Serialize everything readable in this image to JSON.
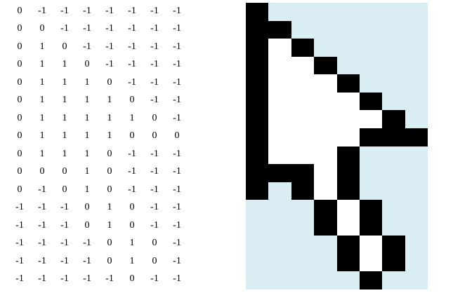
{
  "matrix": [
    [
      "0",
      "-1",
      "-1",
      "-1",
      "-1",
      "-1",
      "-1",
      "-1"
    ],
    [
      "0",
      "0",
      "-1",
      "-1",
      "-1",
      "-1",
      "-1",
      "-1"
    ],
    [
      "0",
      "1",
      "0",
      "-1",
      "-1",
      "-1",
      "-1",
      "-1"
    ],
    [
      "0",
      "1",
      "1",
      "0",
      "-1",
      "-1",
      "-1",
      "-1"
    ],
    [
      "0",
      "1",
      "1",
      "1",
      "0",
      "-1",
      "-1",
      "-1"
    ],
    [
      "0",
      "1",
      "1",
      "1",
      "1",
      "0",
      "-1",
      "-1"
    ],
    [
      "0",
      "1",
      "1",
      "1",
      "1",
      "1",
      "0",
      "-1"
    ],
    [
      "0",
      "1",
      "1",
      "1",
      "1",
      "0",
      "0",
      "0"
    ],
    [
      "0",
      "1",
      "1",
      "1",
      "0",
      "-1",
      "-1",
      "-1"
    ],
    [
      "0",
      "0",
      "0",
      "1",
      "0",
      "-1",
      "-1",
      "-1"
    ],
    [
      "0",
      "-1",
      "0",
      "1",
      "0",
      "-1",
      "-1",
      "-1"
    ],
    [
      "-1",
      "-1",
      "-1",
      "0",
      "1",
      "0",
      "-1",
      "-1"
    ],
    [
      "-1",
      "-1",
      "-1",
      "0",
      "1",
      "0",
      "-1",
      "-1"
    ],
    [
      "-1",
      "-1",
      "-1",
      "-1",
      "0",
      "1",
      "0",
      "-1"
    ],
    [
      "-1",
      "-1",
      "-1",
      "-1",
      "0",
      "1",
      "0",
      "-1"
    ],
    [
      "-1",
      "-1",
      "-1",
      "-1",
      "-1",
      "0",
      "-1",
      "-1"
    ]
  ],
  "colors": {
    "0": "#000000",
    "1": "#ffffff",
    "-1": "#d9edf3"
  }
}
